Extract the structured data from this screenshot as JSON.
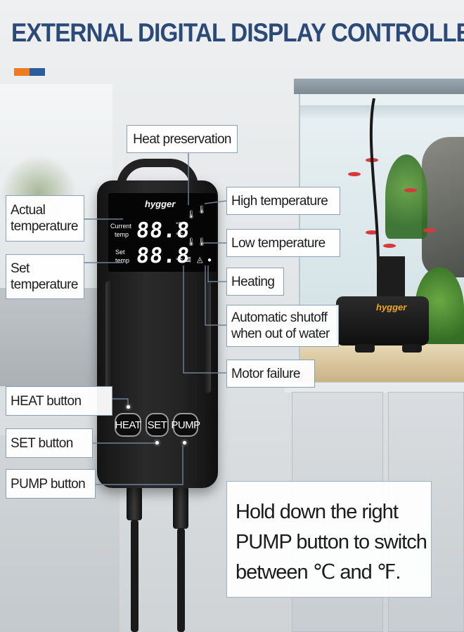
{
  "header": {
    "title": "EXTERNAL DIGITAL DISPLAY CONTROLLER",
    "accent_colors": [
      "#ee7a22",
      "#2d5c9c"
    ]
  },
  "device": {
    "brand": "hygger",
    "screen": {
      "row1_label_line1": "Current",
      "row1_label_line2": "temp",
      "row1_digits": "88.8",
      "row2_label_line1": "Set",
      "row2_label_line2": "temp",
      "row2_digits": "88.8",
      "unit_f": "°F",
      "unit_c": "°C"
    },
    "buttons": {
      "heat": "HEAT",
      "set": "SET",
      "pump": "PUMP"
    }
  },
  "pump_brand": "hygger",
  "callouts": {
    "heat_preservation": "Heat preservation",
    "actual_temperature_line1": "Actual",
    "actual_temperature_line2": "temperature",
    "set_temperature_line1": "Set",
    "set_temperature_line2": "temperature",
    "high_temperature": "High temperature",
    "low_temperature": "Low temperature",
    "heating": "Heating",
    "auto_shutoff_line1": "Automatic shutoff",
    "auto_shutoff_line2": "when out of water",
    "motor_failure": "Motor failure",
    "heat_button": "HEAT button",
    "set_button": "SET button",
    "pump_button": "PUMP button"
  },
  "note": {
    "line1": "Hold down the right",
    "line2": "PUMP button to switch",
    "line3": "between ℃ and ℉."
  },
  "colors": {
    "title": "#2b4a78",
    "callout_border": "#8aa0b8",
    "device_body": "#222222"
  }
}
